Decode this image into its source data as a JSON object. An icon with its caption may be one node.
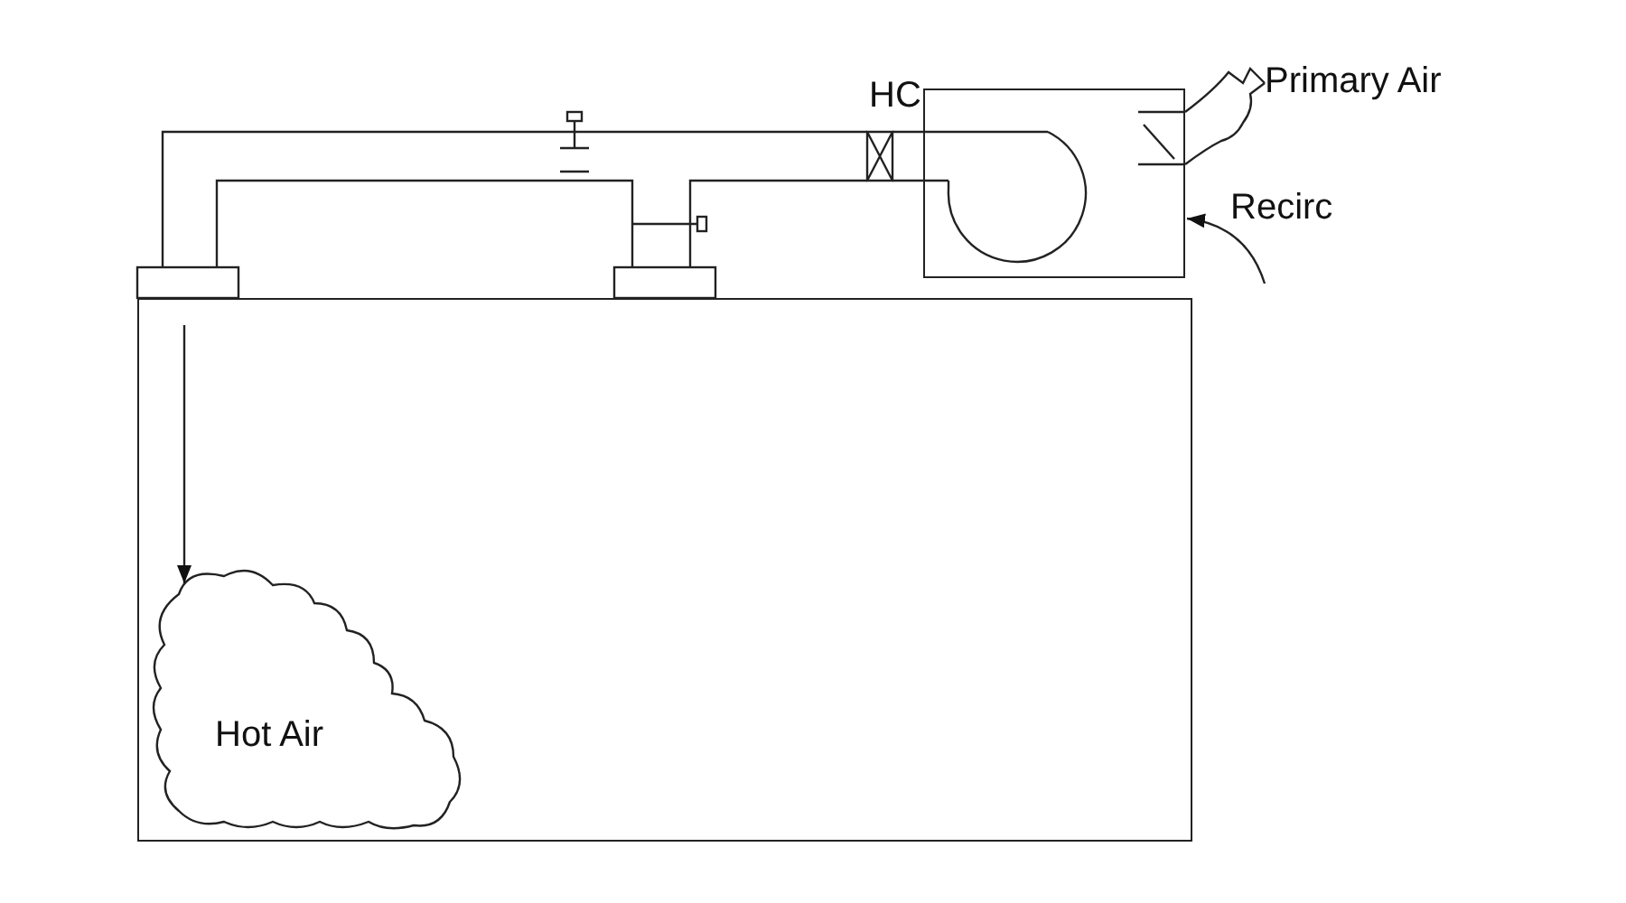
{
  "diagram": {
    "nodes": [
      {
        "text": [],
        "shape": "box"
      },
      {
        "text": [
          "Hot Air"
        ],
        "in": 0
      },
      {
        "text": [],
        "shape": "box"
      }
    ],
    "edges": [
      {
        "from": null,
        "to": 1,
        "arrow": "to"
      },
      {
        "from": null,
        "to": 2,
        "arrow": "to"
      }
    ],
    "labels": [
      "HC",
      "Primary Air",
      "Recirc"
    ]
  }
}
